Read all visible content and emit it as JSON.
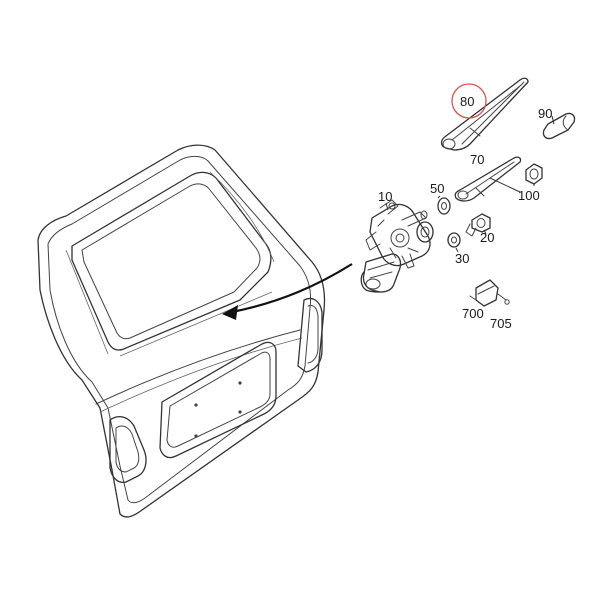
{
  "parts": {
    "p10": "10",
    "p20": "20",
    "p30": "30",
    "p50": "50",
    "p70": "70",
    "p80": "80",
    "p90": "90",
    "p100": "100",
    "p700": "700",
    "p705": "705"
  },
  "colors": {
    "line": "#444444",
    "highlight_circle": "#d9534f",
    "text": "#1a1a1a"
  },
  "highlighted_part": "80"
}
